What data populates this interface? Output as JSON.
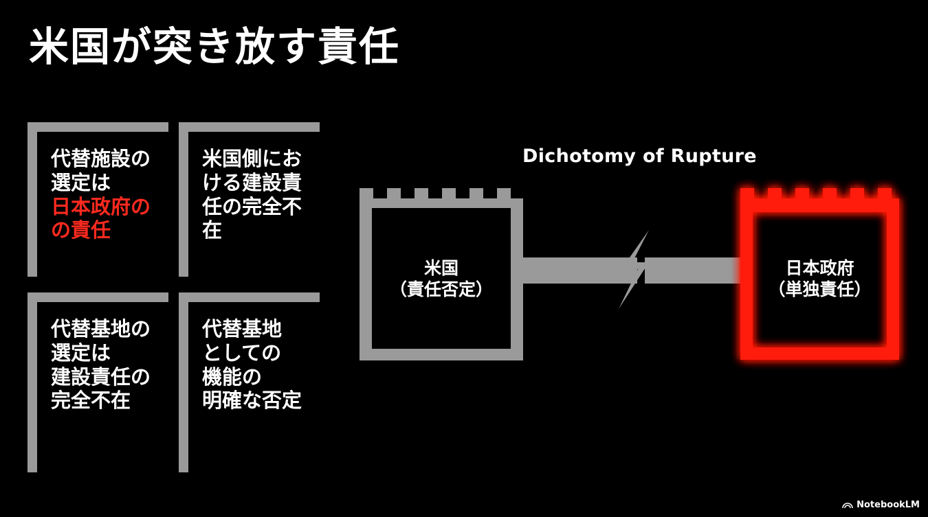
{
  "title": "米国が突き放す責任",
  "boxes": [
    {
      "lines": [
        {
          "text": "代替施設の",
          "highlight": false
        },
        {
          "text": "選定は",
          "highlight": false
        },
        {
          "text": "日本政府の",
          "highlight": true
        },
        {
          "text": "の責任",
          "highlight": true
        }
      ]
    },
    {
      "lines": [
        {
          "text": "米国側にお",
          "highlight": false
        },
        {
          "text": "ける建設責",
          "highlight": false
        },
        {
          "text": "任の完全不",
          "highlight": false
        },
        {
          "text": "在",
          "highlight": false
        }
      ]
    },
    {
      "lines": [
        {
          "text": "代替基地の",
          "highlight": false
        },
        {
          "text": "選定は",
          "highlight": false
        },
        {
          "text": "建設責任の",
          "highlight": false
        },
        {
          "text": "完全不在",
          "highlight": false
        }
      ]
    },
    {
      "lines": [
        {
          "text": "代替基地",
          "highlight": false
        },
        {
          "text": "としての",
          "highlight": false
        },
        {
          "text": "機能の",
          "highlight": false
        },
        {
          "text": "明確な否定",
          "highlight": false
        }
      ]
    }
  ],
  "diagram": {
    "caption": "Dichotomy of Rupture",
    "left_node": {
      "line1": "米国",
      "line2": "（責任否定）"
    },
    "right_node": {
      "line1": "日本政府",
      "line2": "（単独責任）"
    }
  },
  "branding": "NotebookLM",
  "colors": {
    "background": "#000000",
    "neutral": "#9a9a9a",
    "accent": "#ff1a10",
    "text": "#ffffff"
  },
  "icons": [
    "broken-link-lightning-icon",
    "castle-tower-icon",
    "notebooklm-logo-icon"
  ]
}
